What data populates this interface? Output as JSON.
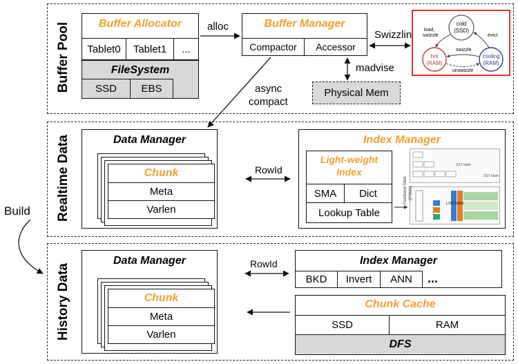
{
  "sections": {
    "buffer_pool": "Buffer Pool",
    "realtime_data": "Realtime Data",
    "history_data": "History Data"
  },
  "side_label": "Build",
  "buffer_pool": {
    "allocator": {
      "title": "Buffer Allocator",
      "tablets": [
        "Tablet0",
        "Tablet1",
        "..."
      ]
    },
    "filesystem": {
      "title": "FileSystem",
      "items": [
        "SSD",
        "EBS"
      ]
    },
    "alloc_label": "alloc",
    "manager": {
      "title": "Buffer Manager",
      "parts": [
        "Compactor",
        "Accessor"
      ]
    },
    "swizzling_label": "Swizzling",
    "madvise_label": "madvise",
    "physical_mem": "Physical Mem",
    "async_compact": [
      "async",
      "compact"
    ],
    "state_diagram": {
      "cold": [
        "cold",
        "(SSD)"
      ],
      "hot": [
        "hot",
        "(RAM)"
      ],
      "cooling": [
        "cooling",
        "(RAM)"
      ],
      "load_swizzle": [
        "load,",
        "swizzle"
      ],
      "evict": "evict",
      "swizzle": "swizzle",
      "unswizzle": "unswizzle"
    }
  },
  "realtime": {
    "data_manager": {
      "title": "Data Manager",
      "chunk": "Chunk",
      "rows": [
        "Meta",
        "Varlen"
      ]
    },
    "rowid_label": "RowId",
    "index_manager": {
      "title": "Index Manager",
      "light_index": [
        "Light-weight",
        "Index"
      ],
      "cells": [
        "SMA",
        "Dict"
      ],
      "lookup": "Lookup Table",
      "thumb_labels": [
        "SST table",
        "SST table",
        "Positional SMA",
        "(PSMA)",
        "LMCtable"
      ]
    }
  },
  "history": {
    "data_manager": {
      "title": "Data Manager",
      "chunk": "Chunk",
      "rows": [
        "Meta",
        "Varlen"
      ]
    },
    "rowid_label": "RowId",
    "index_manager": {
      "title": "Index Manager",
      "items": [
        "BKD",
        "Invert",
        "ANN"
      ],
      "more": "..."
    },
    "chunk_cache": {
      "title": "Chunk Cache",
      "items": [
        "SSD",
        "RAM"
      ]
    },
    "dfs": "DFS"
  },
  "colors": {
    "accent": "#F0A030",
    "gray_fill": "#d9d9d9",
    "hot": "#c0392b",
    "cooling": "#2c3e9b"
  }
}
